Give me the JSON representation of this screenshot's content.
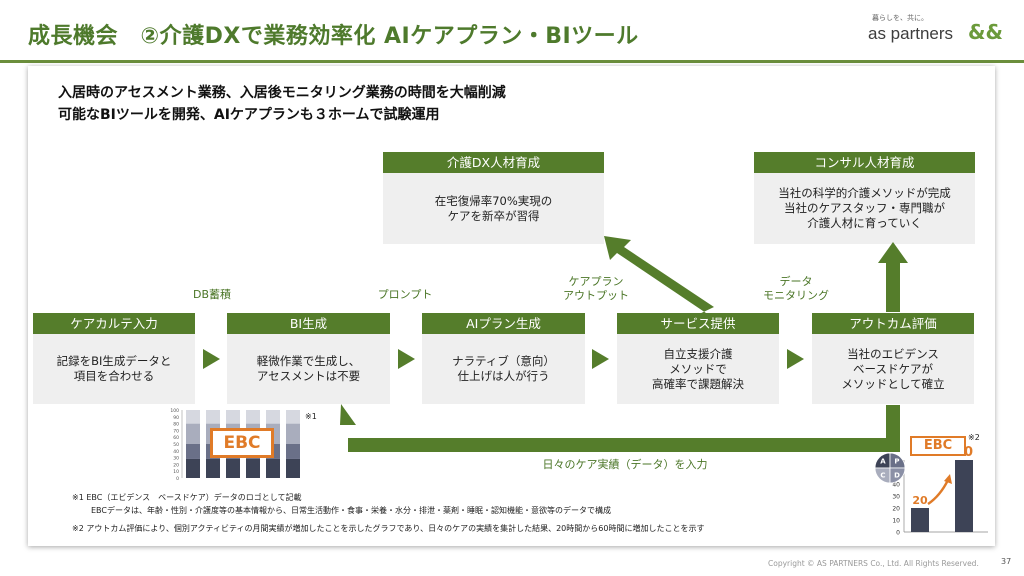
{
  "header": {
    "title": "成長機会　②介護DXで業務効率化  AIケアプラン・BIツール",
    "logo_tagline": "暮らしを、共に。",
    "logo_text": "as partners",
    "logo_mark": "&&"
  },
  "lead": {
    "line1": "入居時のアセスメント業務、入居後モニタリング業務の時間を大幅削減",
    "line2": "可能なBIツールを開発、AIケアプランも３ホームで試験運用"
  },
  "top_boxes": {
    "dx": {
      "head": "介護DX人材育成",
      "body": "在宅復帰率70%実現の\nケアを新卒が習得"
    },
    "consul": {
      "head": "コンサル人材育成",
      "body": "当社の科学的介護メソッドが完成\n当社のケアスタッフ・専門職が\n介護人材に育っていく"
    }
  },
  "flow_labels": {
    "db": "DB蓄積",
    "prompt": "プロンプト",
    "careplan_output": "ケアプラン\nアウトプット",
    "data_monitoring": "データ\nモニタリング",
    "daily_input": "日々のケア実績（データ）を入力"
  },
  "process": [
    {
      "head": "ケアカルテ入力",
      "body": "記録をBI生成データと\n項目を合わせる"
    },
    {
      "head": "BI生成",
      "body": "軽微作業で生成し、\nアセスメントは不要"
    },
    {
      "head": "AIプラン生成",
      "body": "ナラティブ（意向）\n仕上げは人が行う"
    },
    {
      "head": "サービス提供",
      "body": "自立支援介護\nメソッドで\n高確率で課題解決"
    },
    {
      "head": "アウトカム評価",
      "body": "当社のエビデンス\nベースドケアが\nメソッドとして確立"
    }
  ],
  "ebc1": {
    "badge": "EBC",
    "note": "※1",
    "y_ticks": [
      "100",
      "90",
      "80",
      "70",
      "60",
      "50",
      "40",
      "30",
      "20",
      "10",
      "0"
    ]
  },
  "ebc2": {
    "badge": "EBC",
    "note": "※2",
    "apcd": [
      "A",
      "P",
      "C",
      "D"
    ],
    "y_ticks": [
      "60",
      "50",
      "40",
      "30",
      "20",
      "10",
      "0"
    ]
  },
  "chart_data": {
    "type": "bar",
    "categories": [
      "",
      ""
    ],
    "values": [
      20,
      60
    ],
    "ylim": [
      0,
      60
    ],
    "data_labels": [
      "20",
      "60"
    ]
  },
  "footnotes": {
    "n1a": "※1 EBC（エビデンス　ベースドケア）データのロゴとして記載",
    "n1b": "EBCデータは、年齢・性別・介護度等の基本情報から、日常生活動作・食事・栄養・水分・排泄・薬剤・睡眠・認知機能・意欲等のデータで構成",
    "n2": "※2 アウトカム評価により、個別アクティビティの月間実績が増加したことを示したグラフであり、日々のケアの実績を集計した結果、20時間から60時間に増加したことを示す"
  },
  "footer": {
    "copyright": "Copyright © AS PARTNERS Co., Ltd. All Rights Reserved.",
    "page": "37"
  },
  "colors": {
    "green": "#557d2b",
    "orange": "#e07b28",
    "bar": "#3d4356"
  }
}
